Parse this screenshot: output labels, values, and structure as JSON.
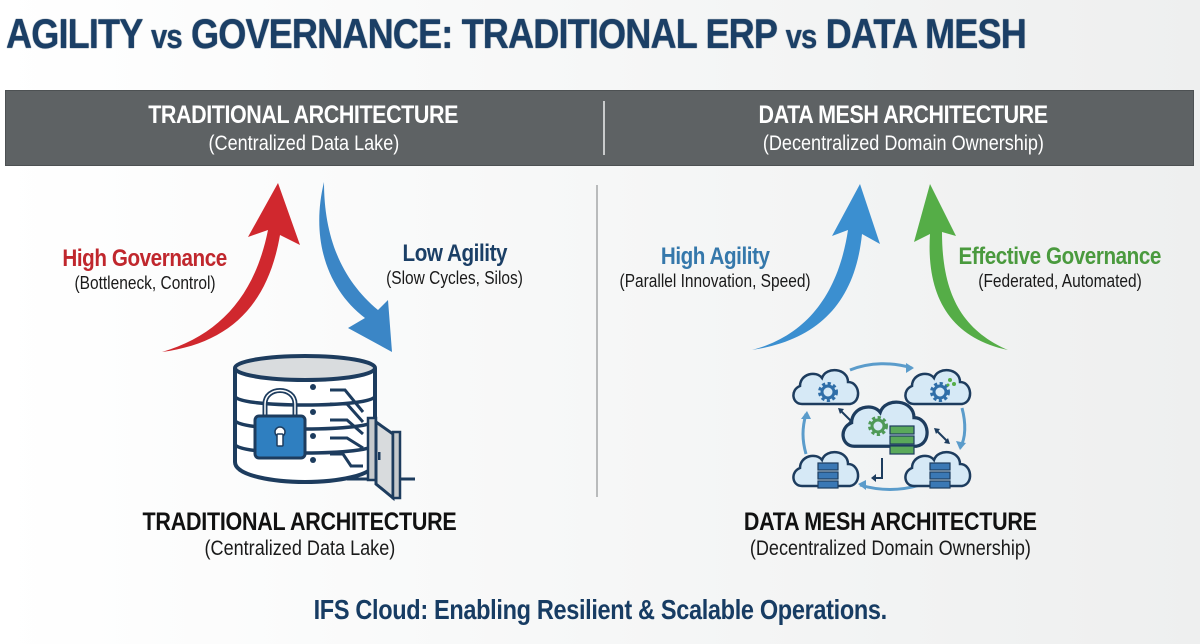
{
  "title": {
    "part1": "AGILITY",
    "vs1": "vs",
    "part2": "GOVERNANCE: TRADITIONAL ERP",
    "vs2": "vs",
    "part3": "DATA MESH"
  },
  "header": {
    "left": {
      "title": "TRADITIONAL ARCHITECTURE",
      "subtitle": "(Centralized Data Lake)"
    },
    "right": {
      "title": "DATA MESH ARCHITECTURE",
      "subtitle": "(Decentralized Domain Ownership)"
    }
  },
  "left_panel": {
    "governance": {
      "label": "High Governance",
      "detail": "(Bottleneck, Control)",
      "color": "#c0272d",
      "arrow": "up-arrow"
    },
    "agility": {
      "label": "Low Agility",
      "detail": "(Slow Cycles, Silos)",
      "color": "#1b3f66",
      "arrow": "down-arrow",
      "arrow_color": "#3b86c6"
    },
    "icon": "locked-database-icon",
    "footer": {
      "title": "TRADITIONAL ARCHITECTURE",
      "subtitle": "(Centralized Data Lake)"
    }
  },
  "right_panel": {
    "agility": {
      "label": "High Agility",
      "detail": "(Parallel Innovation, Speed)",
      "color": "#3578ab",
      "arrow": "up-arrow",
      "arrow_color": "#3b8fd0"
    },
    "governance": {
      "label": "Effective Governance",
      "detail": "(Federated, Automated)",
      "color": "#4a9a3e",
      "arrow": "up-arrow",
      "arrow_color": "#55ad47"
    },
    "icon": "cloud-mesh-network-icon",
    "footer": {
      "title": "DATA MESH ARCHITECTURE",
      "subtitle": "(Decentralized Domain Ownership)"
    }
  },
  "tagline": "IFS Cloud: Enabling Resilient & Scalable Operations.",
  "colors": {
    "title": "#1b3f66",
    "header_bg": "#5e6264",
    "red": "#c0272d",
    "blue": "#3b86c6",
    "green": "#55ad47",
    "navy": "#173c63"
  }
}
